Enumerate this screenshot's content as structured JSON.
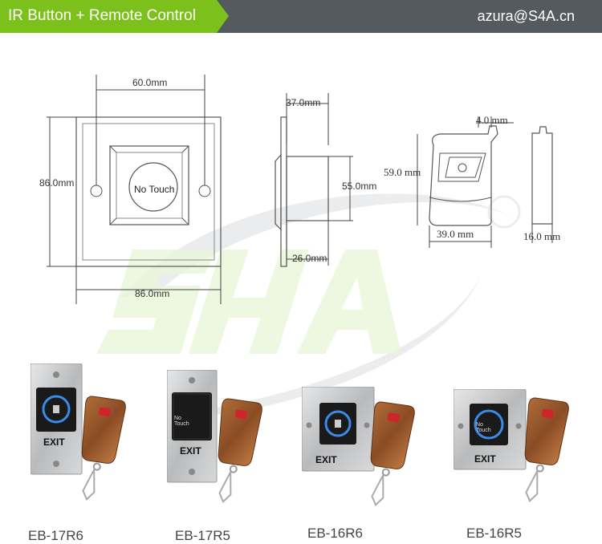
{
  "header": {
    "title": "IR Button + Remote Control",
    "email": "azura@S4A.cn",
    "accent_color": "#7cc01c",
    "bar_color": "#555a5f"
  },
  "watermark": {
    "text": "S4A",
    "registered_mark": "®"
  },
  "front_view": {
    "width_top": "60.0mm",
    "height_left": "86.0mm",
    "width_bottom": "86.0mm",
    "button_text": "No Touch"
  },
  "side_view": {
    "depth_top": "37.0mm",
    "height_right": "55.0mm",
    "depth_bottom": "26.0mm"
  },
  "remote_view": {
    "thickness_small": "4.0 mm",
    "height": "59.0 mm",
    "width": "39.0 mm",
    "depth": "16.0 mm"
  },
  "products": [
    {
      "model": "EB-17R6",
      "exit_label": "EXIT",
      "button_text": ""
    },
    {
      "model": "EB-17R5",
      "exit_label": "EXIT",
      "button_text": "No Touch"
    },
    {
      "model": "EB-16R6",
      "exit_label": "EXIT",
      "button_text": ""
    },
    {
      "model": "EB-16R5",
      "exit_label": "EXIT",
      "button_text": "No Touch"
    }
  ]
}
